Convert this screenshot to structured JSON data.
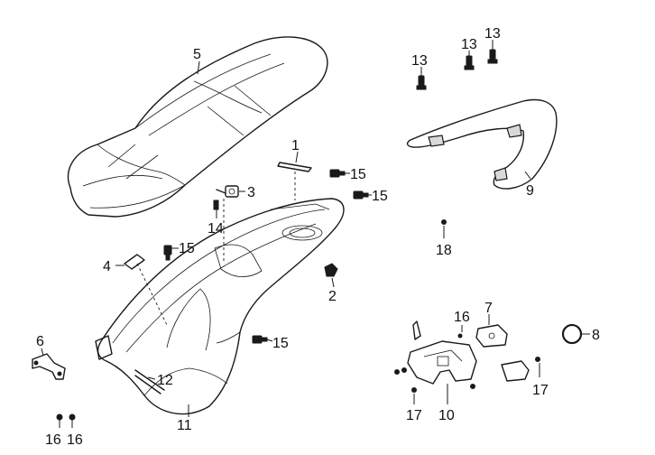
{
  "callouts": [
    {
      "id": "c1",
      "label": "1"
    },
    {
      "id": "c2",
      "label": "2"
    },
    {
      "id": "c3",
      "label": "3"
    },
    {
      "id": "c4",
      "label": "4"
    },
    {
      "id": "c5",
      "label": "5"
    },
    {
      "id": "c6",
      "label": "6"
    },
    {
      "id": "c7",
      "label": "7"
    },
    {
      "id": "c8",
      "label": "8"
    },
    {
      "id": "c9",
      "label": "9"
    },
    {
      "id": "c10",
      "label": "10"
    },
    {
      "id": "c11",
      "label": "11"
    },
    {
      "id": "c12",
      "label": "12"
    },
    {
      "id": "c13a",
      "label": "13"
    },
    {
      "id": "c13b",
      "label": "13"
    },
    {
      "id": "c13c",
      "label": "13"
    },
    {
      "id": "c14",
      "label": "14"
    },
    {
      "id": "c15a",
      "label": "15"
    },
    {
      "id": "c15b",
      "label": "15"
    },
    {
      "id": "c15c",
      "label": "15"
    },
    {
      "id": "c15d",
      "label": "15"
    },
    {
      "id": "c16a",
      "label": "16"
    },
    {
      "id": "c16b",
      "label": "16"
    },
    {
      "id": "c16c",
      "label": "16"
    },
    {
      "id": "c17a",
      "label": "17"
    },
    {
      "id": "c17b",
      "label": "17"
    },
    {
      "id": "c18",
      "label": "18"
    }
  ],
  "parts": [
    "seat",
    "seat-tray",
    "grab-rail",
    "bolt",
    "latch",
    "bracket",
    "o-ring",
    "clip",
    "screw"
  ]
}
